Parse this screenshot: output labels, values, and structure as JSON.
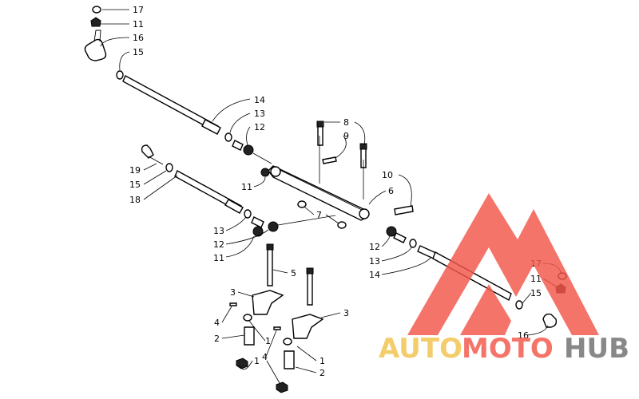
{
  "diagram": {
    "callouts": [
      {
        "id": "c17a",
        "text": "17"
      },
      {
        "id": "c11a",
        "text": "11"
      },
      {
        "id": "c16a",
        "text": "16"
      },
      {
        "id": "c15a",
        "text": "15"
      },
      {
        "id": "c14a",
        "text": "14"
      },
      {
        "id": "c13a",
        "text": "13"
      },
      {
        "id": "c12a",
        "text": "12"
      },
      {
        "id": "c8",
        "text": "8"
      },
      {
        "id": "c9",
        "text": "9"
      },
      {
        "id": "c11b",
        "text": "11"
      },
      {
        "id": "c10",
        "text": "10"
      },
      {
        "id": "c6",
        "text": "6"
      },
      {
        "id": "c7",
        "text": "7"
      },
      {
        "id": "c19",
        "text": "19"
      },
      {
        "id": "c15b",
        "text": "15"
      },
      {
        "id": "c18",
        "text": "18"
      },
      {
        "id": "c13b",
        "text": "13"
      },
      {
        "id": "c12b",
        "text": "12"
      },
      {
        "id": "c11c",
        "text": "11"
      },
      {
        "id": "c12c",
        "text": "12"
      },
      {
        "id": "c13c",
        "text": "13"
      },
      {
        "id": "c14b",
        "text": "14"
      },
      {
        "id": "c17b",
        "text": "17"
      },
      {
        "id": "c11d",
        "text": "11"
      },
      {
        "id": "c15c",
        "text": "15"
      },
      {
        "id": "c16b",
        "text": "16"
      },
      {
        "id": "c5",
        "text": "5"
      },
      {
        "id": "c3a",
        "text": "3"
      },
      {
        "id": "c4a",
        "text": "4"
      },
      {
        "id": "c2a",
        "text": "2"
      },
      {
        "id": "c1a",
        "text": "1"
      },
      {
        "id": "c3b",
        "text": "3"
      },
      {
        "id": "c4b",
        "text": "4"
      },
      {
        "id": "c1b",
        "text": "1"
      },
      {
        "id": "c2b",
        "text": "2"
      },
      {
        "id": "c1c",
        "text": "1"
      }
    ]
  },
  "watermark": {
    "part1": "AUTO",
    "part2": "MOTO",
    "part3": "HUB",
    "colors": {
      "red": "#f4564a",
      "gold": "#f1c24c",
      "gray": "#6f6f6f"
    }
  }
}
